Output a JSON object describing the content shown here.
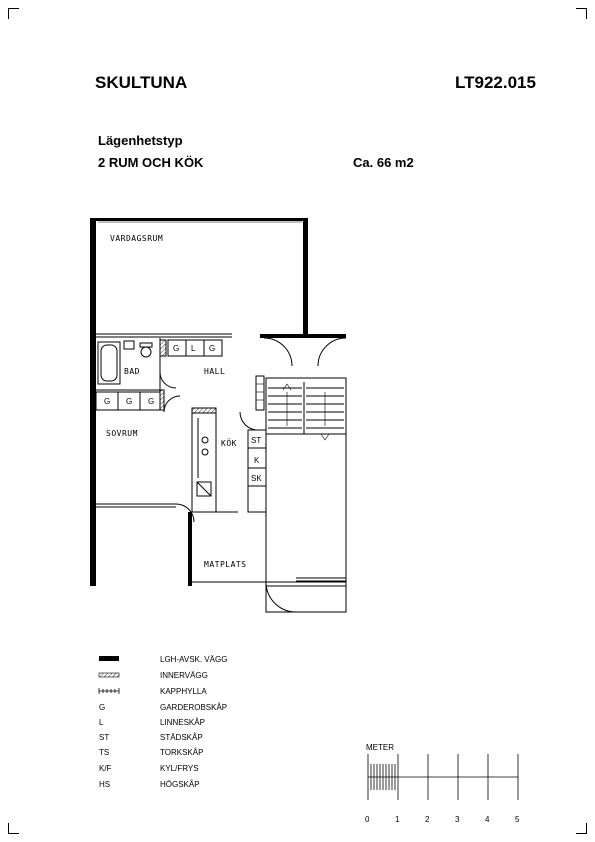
{
  "header": {
    "title": "SKULTUNA",
    "code": "LT922.015",
    "type_label": "Lägenhetstyp",
    "type_value": "2 RUM OCH KÖK",
    "area": "Ca. 66 m2"
  },
  "rooms": {
    "living": "VARDAGSRUM",
    "bath": "BAD",
    "hall": "HALL",
    "bedroom": "SOVRUM",
    "kitchen": "KÖK",
    "dining": "MATPLATS"
  },
  "storage_tags": {
    "hall_g1": "G",
    "hall_l": "L",
    "hall_g2": "G",
    "bed_g1": "G",
    "bed_g2": "G",
    "bed_g3": "G",
    "kitchen_st": "ST",
    "kitchen_k": "K",
    "kitchen_sk": "SK"
  },
  "legend": [
    {
      "symbol": "LGH-AVSK. VÄGG",
      "code": "",
      "label": "LGH-AVSK. VÄGG"
    },
    {
      "symbol": "INNERVÄGG",
      "code": "",
      "label": "INNERVÄGG"
    },
    {
      "symbol": "KAPPHYLLA",
      "code": "",
      "label": "KAPPHYLLA"
    },
    {
      "code": "G",
      "label": "GARDEROBSKÅP"
    },
    {
      "code": "L",
      "label": "LINNESKÅP"
    },
    {
      "code": "ST",
      "label": "STÄDSKÅP"
    },
    {
      "code": "TS",
      "label": "TORKSKÅP"
    },
    {
      "code": "K/F",
      "label": "KYL/FRYS"
    },
    {
      "code": "HS",
      "label": "HÖGSKÅP"
    }
  ],
  "scale": {
    "title": "METER",
    "ticks": [
      "0",
      "1",
      "2",
      "3",
      "4",
      "5"
    ]
  }
}
